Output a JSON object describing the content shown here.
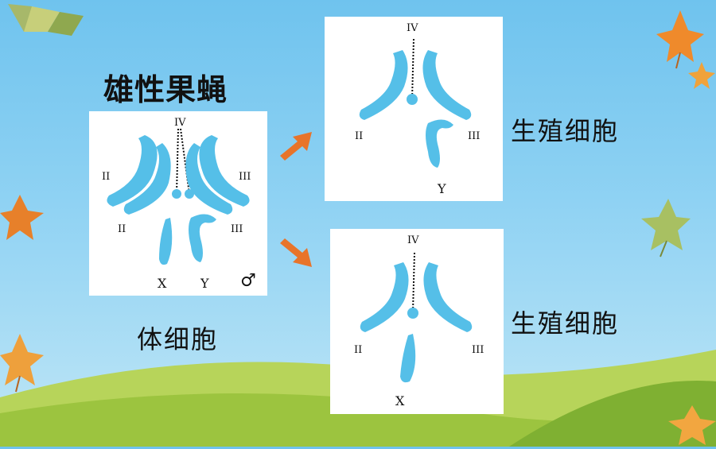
{
  "title": "雄性果蝇",
  "captions": {
    "body_cell": "体细胞",
    "germ_cell_1": "生殖细胞",
    "germ_cell_2": "生殖细胞"
  },
  "labels": {
    "iv": "IV",
    "ii": "II",
    "iii": "III",
    "x": "X",
    "y": "Y",
    "male": "♂"
  },
  "colors": {
    "chromosome": "#55bfe8",
    "arrow": "#e8742a",
    "sky": "#8fd2f3",
    "grass": "#9cc43f"
  },
  "icons": [
    "maple-leaf-icon",
    "arrow-icon",
    "male-symbol-icon"
  ]
}
